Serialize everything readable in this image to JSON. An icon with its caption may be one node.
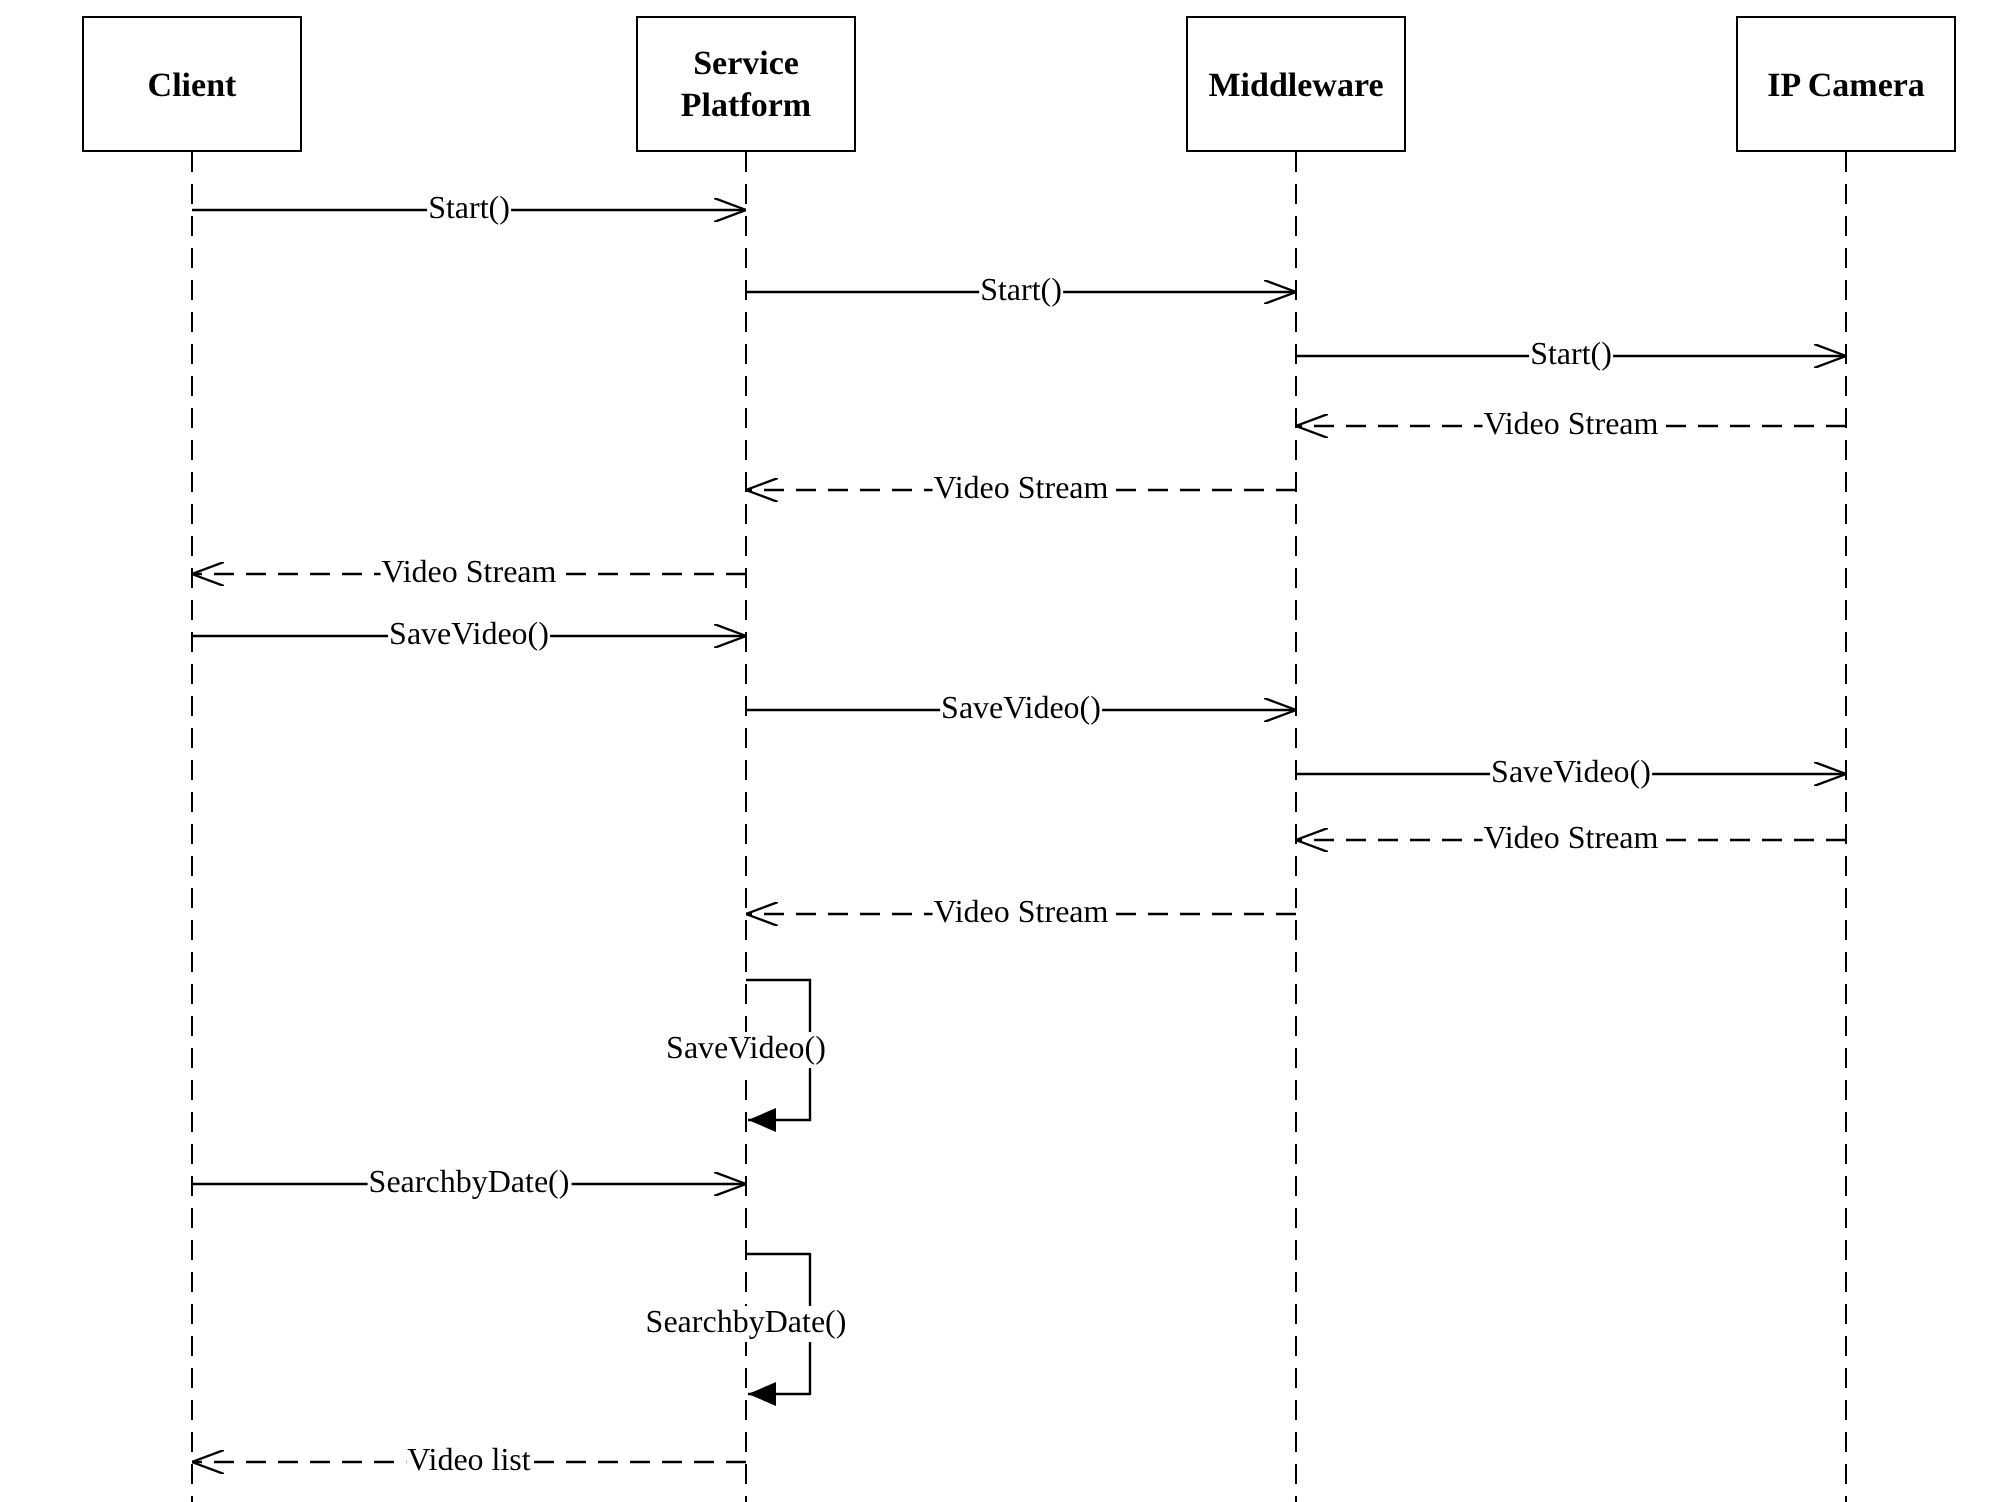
{
  "diagram": {
    "nodes": [
      {
        "text": [
          "Client"
        ]
      },
      {
        "text": [
          "Service Platform"
        ]
      },
      {
        "text": [
          "Middleware"
        ]
      },
      {
        "text": [
          "IP Camera"
        ]
      }
    ],
    "edges": [
      {
        "from": 0,
        "to": 1,
        "arrow": "to",
        "label": "Start()"
      },
      {
        "from": 1,
        "to": 2,
        "arrow": "to",
        "label": "Start()"
      },
      {
        "from": 2,
        "to": 3,
        "arrow": "to",
        "label": "Start()"
      },
      {
        "from": 3,
        "to": 2,
        "arrow": "to",
        "label": "Video Stream",
        "style": "dashed"
      },
      {
        "from": 2,
        "to": 1,
        "arrow": "to",
        "label": "Video Stream",
        "style": "dashed"
      },
      {
        "from": 1,
        "to": 0,
        "arrow": "to",
        "label": "Video Stream",
        "style": "dashed"
      },
      {
        "from": 0,
        "to": 1,
        "arrow": "to",
        "label": "SaveVideo()"
      },
      {
        "from": 1,
        "to": 2,
        "arrow": "to",
        "label": "SaveVideo()"
      },
      {
        "from": 2,
        "to": 3,
        "arrow": "to",
        "label": "SaveVideo()"
      },
      {
        "from": 3,
        "to": 2,
        "arrow": "to",
        "label": "Video Stream",
        "style": "dashed"
      },
      {
        "from": 2,
        "to": 1,
        "arrow": "to",
        "label": "Video Stream",
        "style": "dashed"
      },
      {
        "from": 1,
        "to": 1,
        "arrow": "to",
        "label": "SaveVideo()"
      },
      {
        "from": 0,
        "to": 1,
        "arrow": "to",
        "label": "SearchbyDate()"
      },
      {
        "from": 1,
        "to": 1,
        "arrow": "to",
        "label": "SearchbyDate()"
      },
      {
        "from": 1,
        "to": 0,
        "arrow": "to",
        "label": "Video list",
        "style": "dashed"
      }
    ]
  }
}
